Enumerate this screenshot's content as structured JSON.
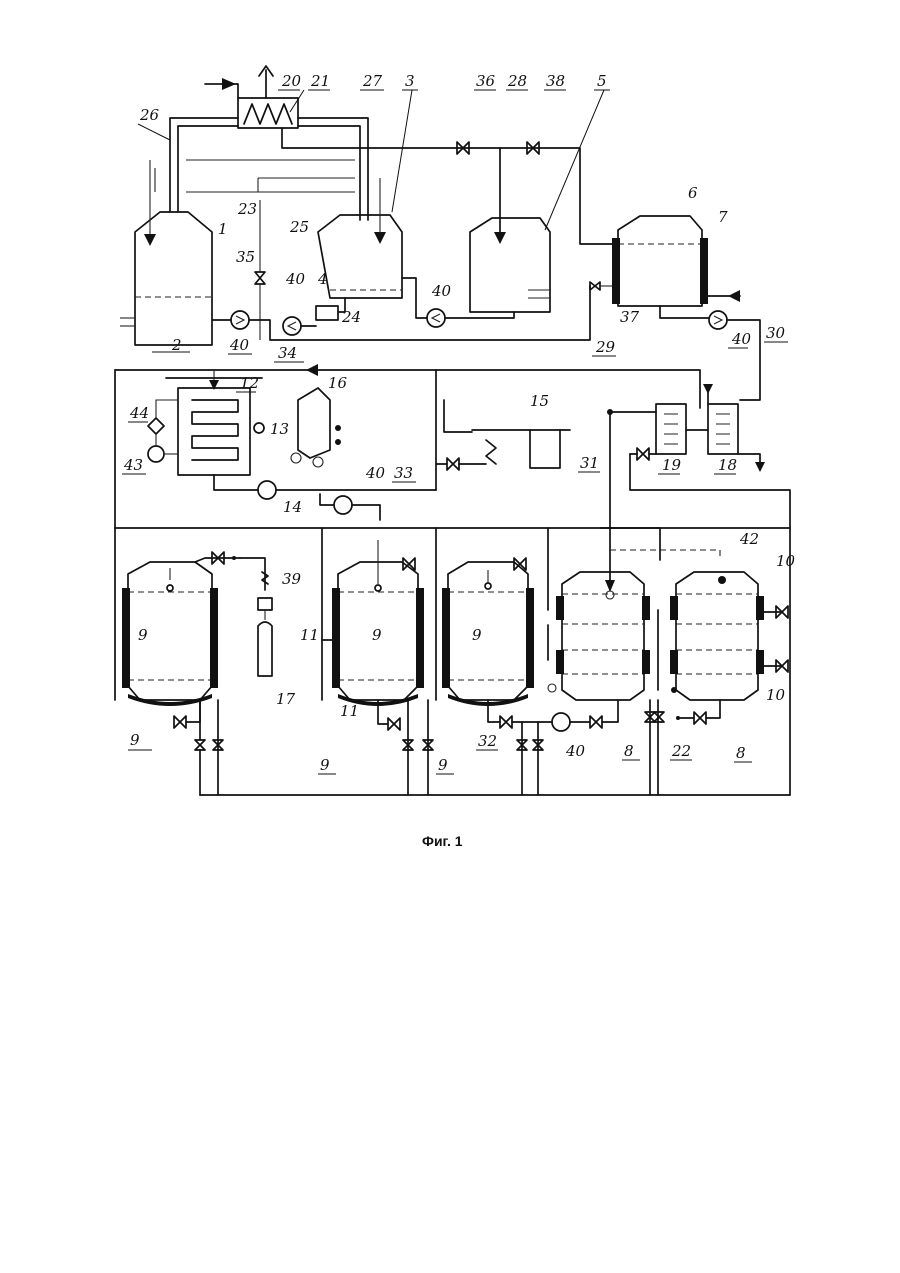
{
  "figure": {
    "caption": "Фиг. 1",
    "labels": {
      "n1": "1",
      "n2": "2",
      "n3": "3",
      "n4": "4",
      "n5": "5",
      "n6": "6",
      "n7": "7",
      "n8": "8",
      "n9": "9",
      "n10": "10",
      "n11": "11",
      "n12": "12",
      "n13": "13",
      "n14": "14",
      "n15": "15",
      "n16": "16",
      "n17": "17",
      "n18": "18",
      "n19": "19",
      "n20": "20",
      "n21": "21",
      "n22": "22",
      "n23": "23",
      "n24": "24",
      "n25": "25",
      "n26": "26",
      "n27": "27",
      "n28": "28",
      "n29": "29",
      "n30": "30",
      "n31": "31",
      "n32": "32",
      "n33": "33",
      "n34": "34",
      "n35": "35",
      "n36": "36",
      "n37": "37",
      "n38": "38",
      "n39": "39",
      "n40": "40",
      "n42": "42",
      "n43": "43",
      "n44": "44"
    }
  }
}
